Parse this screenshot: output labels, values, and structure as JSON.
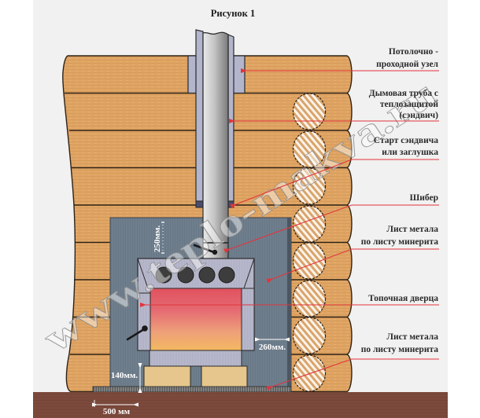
{
  "figure": {
    "title": "Рисунок 1",
    "watermark": "www.teplo-makva.ru"
  },
  "labels": [
    {
      "id": "ceiling-pass-through",
      "lines": [
        "Потолочно -",
        "проходной узел"
      ]
    },
    {
      "id": "chimney-sandwich",
      "lines": [
        "Дымовая труба с",
        "теплозащитой",
        "(сэндвич)"
      ]
    },
    {
      "id": "sandwich-start",
      "lines": [
        "Старт сэндвича",
        "или заглушка"
      ]
    },
    {
      "id": "damper",
      "lines": [
        "Шибер"
      ]
    },
    {
      "id": "wall-metal-sheet",
      "lines": [
        "Лист метала",
        "по листу минерита"
      ]
    },
    {
      "id": "firebox-door",
      "lines": [
        "Топочная дверца"
      ]
    },
    {
      "id": "floor-metal-sheet",
      "lines": [
        "Лист метала",
        "по листу минерита"
      ]
    }
  ],
  "dimensions": {
    "pipe_clearance": "250мм.",
    "wall_clearance": "260мм.",
    "base_height": "140мм.",
    "floor_sheet_overhang": "500 мм"
  },
  "colors": {
    "wood": "#dea262",
    "metal_sheet": "#6f7e8d",
    "stove_body": "#b9b9cd",
    "floor": "#7b4a3c",
    "leader_lines": "#e2343c",
    "bricks": "#e6c68c"
  }
}
